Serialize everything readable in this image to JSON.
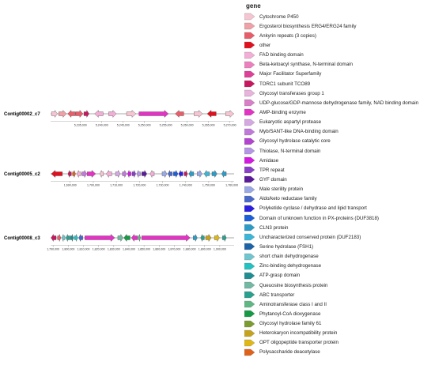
{
  "legend": {
    "title": "gene",
    "items": [
      {
        "label": "Cytochrome P450",
        "color": "#f6c5d2"
      },
      {
        "label": "Ergosterol biosynthesis ERG4/ERG24 family",
        "color": "#f0a0a6"
      },
      {
        "label": "Ankyrin repeats (3 copies)",
        "color": "#e85d6a"
      },
      {
        "label": "other",
        "color": "#e0101e"
      },
      {
        "label": "FAD binding domain",
        "color": "#f3aed6"
      },
      {
        "label": "Beta-ketoacyl synthase, N-terminal domain",
        "color": "#ee7fbf"
      },
      {
        "label": "Major Facilitator Superfamily",
        "color": "#df3f98"
      },
      {
        "label": "TORC1 subunit TCO89",
        "color": "#c8175f"
      },
      {
        "label": "Glycosyl transferases group 1",
        "color": "#e8b3dd"
      },
      {
        "label": "UDP-glucose/GDP-mannose dehydrogenase family, NAD binding domain",
        "color": "#d97ec9"
      },
      {
        "label": "AMP-binding enzyme",
        "color": "#e333c4"
      },
      {
        "label": "Eukaryotic aspartyl protease",
        "color": "#d6a8e3"
      },
      {
        "label": "Myb/SANT-like DNA-binding domain",
        "color": "#c178db"
      },
      {
        "label": "Glycosyl hydrolase catalytic core",
        "color": "#b244d0"
      },
      {
        "label": "Thiolase, N-terminal domain",
        "color": "#b595e6"
      },
      {
        "label": "Amidase",
        "color": "#d419e0"
      },
      {
        "label": "TPR repeat",
        "color": "#8a3fc8"
      },
      {
        "label": "GYF domain",
        "color": "#5b1a99"
      },
      {
        "label": "Male sterility protein",
        "color": "#9aa8e6"
      },
      {
        "label": "Aldo/keto reductase family",
        "color": "#4a68c9"
      },
      {
        "label": "Polyketide cyclase / dehydrase and lipid transport",
        "color": "#2b20e0"
      },
      {
        "label": "Domain of unknown function in PX-proteins (DUF3818)",
        "color": "#1a5fd9"
      },
      {
        "label": "CLN3 protein",
        "color": "#2c9cc7"
      },
      {
        "label": "Uncharacterized conserved protein (DUF2183)",
        "color": "#3cb6d8"
      },
      {
        "label": "Serine hydrolase (FSH1)",
        "color": "#1d63a8"
      },
      {
        "label": "short chain dehydrogenase",
        "color": "#6fc6cf"
      },
      {
        "label": "Zinc-binding dehydrogenase",
        "color": "#22c2c2"
      },
      {
        "label": "ATP-grasp domain",
        "color": "#1e8e92"
      },
      {
        "label": "Queuosine biosynthesis protein",
        "color": "#72b8a3"
      },
      {
        "label": "ABC transporter",
        "color": "#2aa08f"
      },
      {
        "label": "Aminotransferase class I and II",
        "color": "#5fb784"
      },
      {
        "label": "Phytanoyl-CoA dioxygenase",
        "color": "#169a45"
      },
      {
        "label": "Glycosyl hydrolase family 61",
        "color": "#7c9c2e"
      },
      {
        "label": "Heterokaryon incompatibility protein",
        "color": "#c6a31e"
      },
      {
        "label": "OPT oligopeptide transporter protein",
        "color": "#dfb817"
      },
      {
        "label": "Polysaccharide deacetylase",
        "color": "#e0621a"
      }
    ]
  },
  "tracks": [
    {
      "name": "Contig00002_c7",
      "range": [
        5228000,
        5271000
      ],
      "ticks": [
        "5,235,000",
        "5,240,000",
        "5,245,000",
        "5,250,000",
        "5,255,000",
        "5,260,000",
        "5,265,000",
        "5,270,000"
      ],
      "tick_values": [
        5235000,
        5240000,
        5245000,
        5250000,
        5255000,
        5260000,
        5265000,
        5270000
      ],
      "genes": [
        {
          "start": 5228200,
          "end": 5229600,
          "strand": 1,
          "color": "#f6c5d2"
        },
        {
          "start": 5229900,
          "end": 5231700,
          "strand": 1,
          "color": "#f0a0a6"
        },
        {
          "start": 5232000,
          "end": 5233800,
          "strand": -1,
          "color": "#e85d6a"
        },
        {
          "start": 5233900,
          "end": 5235600,
          "strand": 1,
          "color": "#e85d6a"
        },
        {
          "start": 5235800,
          "end": 5237000,
          "strand": 1,
          "color": "#c8175f"
        },
        {
          "start": 5238300,
          "end": 5240300,
          "strand": -1,
          "color": "#f3aed6"
        },
        {
          "start": 5241600,
          "end": 5243400,
          "strand": 1,
          "color": "#f3aed6"
        },
        {
          "start": 5245800,
          "end": 5248000,
          "strand": 1,
          "color": "#f6c5d2"
        },
        {
          "start": 5248700,
          "end": 5255600,
          "strand": 1,
          "color": "#e333c4"
        },
        {
          "start": 5257200,
          "end": 5259200,
          "strand": -1,
          "color": "#e85d6a"
        },
        {
          "start": 5261600,
          "end": 5263600,
          "strand": 1,
          "color": "#f6c5d2"
        },
        {
          "start": 5264700,
          "end": 5266800,
          "strand": -1,
          "color": "#e0101e"
        },
        {
          "start": 5269000,
          "end": 5270900,
          "strand": 1,
          "color": "#f6c5d2"
        }
      ]
    },
    {
      "name": "Contig00005_c2",
      "range": [
        1681500,
        1761000
      ],
      "ticks": [
        "1,690,000",
        "1,700,000",
        "1,710,000",
        "1,720,000",
        "1,730,000",
        "1,740,000",
        "1,750,000",
        "1,760,000"
      ],
      "tick_values": [
        1690000,
        1700000,
        1710000,
        1720000,
        1730000,
        1740000,
        1750000,
        1760000
      ],
      "genes": [
        {
          "start": 1681800,
          "end": 1686600,
          "strand": -1,
          "color": "#e0101e"
        },
        {
          "start": 1689000,
          "end": 1690500,
          "strand": -1,
          "color": "#c8175f"
        },
        {
          "start": 1691000,
          "end": 1692300,
          "strand": 1,
          "color": "#e0621a"
        },
        {
          "start": 1692800,
          "end": 1694600,
          "strand": -1,
          "color": "#f3aed6"
        },
        {
          "start": 1695100,
          "end": 1697100,
          "strand": 1,
          "color": "#c178db"
        },
        {
          "start": 1697300,
          "end": 1701000,
          "strand": 1,
          "color": "#e333c4"
        },
        {
          "start": 1702800,
          "end": 1704400,
          "strand": -1,
          "color": "#f6c5d2"
        },
        {
          "start": 1705600,
          "end": 1708000,
          "strand": -1,
          "color": "#f3aed6"
        },
        {
          "start": 1709600,
          "end": 1711700,
          "strand": 1,
          "color": "#d6a8e3"
        },
        {
          "start": 1712600,
          "end": 1714400,
          "strand": 1,
          "color": "#c178db"
        },
        {
          "start": 1714800,
          "end": 1716300,
          "strand": -1,
          "color": "#d419e0"
        },
        {
          "start": 1716800,
          "end": 1718400,
          "strand": 1,
          "color": "#8a3fc8"
        },
        {
          "start": 1718800,
          "end": 1720400,
          "strand": -1,
          "color": "#b595e6"
        },
        {
          "start": 1721000,
          "end": 1723200,
          "strand": 1,
          "color": "#5b1a99"
        },
        {
          "start": 1724600,
          "end": 1726400,
          "strand": -1,
          "color": "#f3aed6"
        },
        {
          "start": 1729800,
          "end": 1731900,
          "strand": 1,
          "color": "#9aa8e6"
        },
        {
          "start": 1732300,
          "end": 1734200,
          "strand": -1,
          "color": "#4a68c9"
        },
        {
          "start": 1734700,
          "end": 1736700,
          "strand": 1,
          "color": "#1a5fd9"
        },
        {
          "start": 1737000,
          "end": 1738800,
          "strand": -1,
          "color": "#2b20e0"
        },
        {
          "start": 1739400,
          "end": 1740800,
          "strand": 1,
          "color": "#c8175f"
        },
        {
          "start": 1741400,
          "end": 1743500,
          "strand": -1,
          "color": "#2c9cc7"
        },
        {
          "start": 1745000,
          "end": 1747100,
          "strand": 1,
          "color": "#9aa8e6"
        },
        {
          "start": 1748000,
          "end": 1750300,
          "strand": -1,
          "color": "#3cb6d8"
        },
        {
          "start": 1751400,
          "end": 1753600,
          "strand": 1,
          "color": "#2c9cc7"
        },
        {
          "start": 1755600,
          "end": 1757600,
          "strand": -1,
          "color": "#2c9cc7"
        }
      ]
    },
    {
      "name": "Contig00008_c3",
      "range": [
        1796500,
        1905500
      ],
      "ticks": [
        "1,790,000",
        "1,800,000",
        "1,810,000",
        "1,820,000",
        "1,830,000",
        "1,840,000",
        "1,850,000",
        "1,860,000",
        "1,870,000",
        "1,880,000",
        "1,890,000",
        "1,900,000"
      ],
      "tick_values": [
        1798000,
        1807000,
        1816000,
        1825000,
        1834000,
        1843000,
        1852000,
        1861000,
        1870000,
        1879000,
        1888000,
        1897000
      ],
      "genes": [
        {
          "start": 1796800,
          "end": 1799800,
          "strand": -1,
          "color": "#c8175f"
        },
        {
          "start": 1800600,
          "end": 1802600,
          "strand": 1,
          "color": "#e85d6a"
        },
        {
          "start": 1803200,
          "end": 1805000,
          "strand": -1,
          "color": "#6fc6cf"
        },
        {
          "start": 1805600,
          "end": 1807800,
          "strand": -1,
          "color": "#2aa08f"
        },
        {
          "start": 1808200,
          "end": 1810200,
          "strand": 1,
          "color": "#1e8e92"
        },
        {
          "start": 1810700,
          "end": 1812600,
          "strand": 1,
          "color": "#22c2c2"
        },
        {
          "start": 1813200,
          "end": 1815600,
          "strand": -1,
          "color": "#4a68c9"
        },
        {
          "start": 1816800,
          "end": 1834600,
          "strand": 1,
          "color": "#e333c4"
        },
        {
          "start": 1836400,
          "end": 1839600,
          "strand": 1,
          "color": "#72b8a3"
        },
        {
          "start": 1840000,
          "end": 1843700,
          "strand": -1,
          "color": "#169a45"
        },
        {
          "start": 1844500,
          "end": 1848100,
          "strand": -1,
          "color": "#e333c4"
        },
        {
          "start": 1848600,
          "end": 1849900,
          "strand": 1,
          "color": "#5fb784"
        },
        {
          "start": 1850600,
          "end": 1879400,
          "strand": 1,
          "color": "#e333c4"
        },
        {
          "start": 1881200,
          "end": 1883600,
          "strand": 1,
          "color": "#2c9cc7"
        },
        {
          "start": 1885600,
          "end": 1887800,
          "strand": -1,
          "color": "#2aa08f"
        },
        {
          "start": 1888600,
          "end": 1891900,
          "strand": 1,
          "color": "#c6a31e"
        },
        {
          "start": 1893800,
          "end": 1896800,
          "strand": 1,
          "color": "#dfb817"
        },
        {
          "start": 1898600,
          "end": 1900900,
          "strand": 1,
          "color": "#2aa08f"
        }
      ]
    }
  ]
}
